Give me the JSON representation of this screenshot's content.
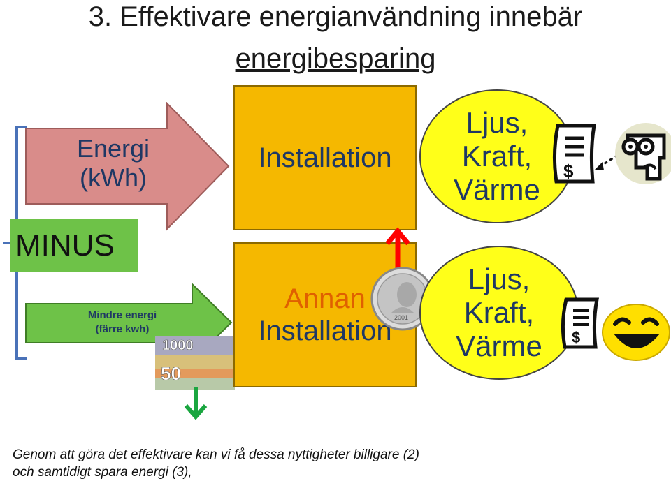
{
  "title": {
    "line1": "3. Effektivare energianvändning innebär",
    "line2": "energibesparing"
  },
  "arrow_top": {
    "line1": "Energi",
    "line2": "(kWh)"
  },
  "arrow_bottom": {
    "line1": "Mindre energi",
    "line2": "(färre kwh)"
  },
  "minus_label": "MINUS",
  "box_top": "Installation",
  "box_bottom": {
    "line1": "Annan",
    "line2": "Installation"
  },
  "circle_top": {
    "line1": "Ljus,",
    "line2": "Kraft,",
    "line3": "Värme"
  },
  "circle_bottom": {
    "line1": "Ljus,",
    "line2": "Kraft,",
    "line3": "Värme"
  },
  "bill_symbol": "$",
  "coin_year": "2001",
  "banknote_values": [
    "1000",
    "50"
  ],
  "footer": {
    "line1": "Genom att göra det effektivare kan vi få dessa nyttigheter billigare (2)",
    "line2": "och samtidigt spara energi (3),"
  },
  "colors": {
    "arrow_top": "#d98c8a",
    "arrow_bottom": "#6ec248",
    "box": "#f5b800",
    "circle": "#ffff19",
    "up_arrow": "#ff0000",
    "down_arrow": "#1aa640",
    "bracket": "#4a72b8"
  }
}
